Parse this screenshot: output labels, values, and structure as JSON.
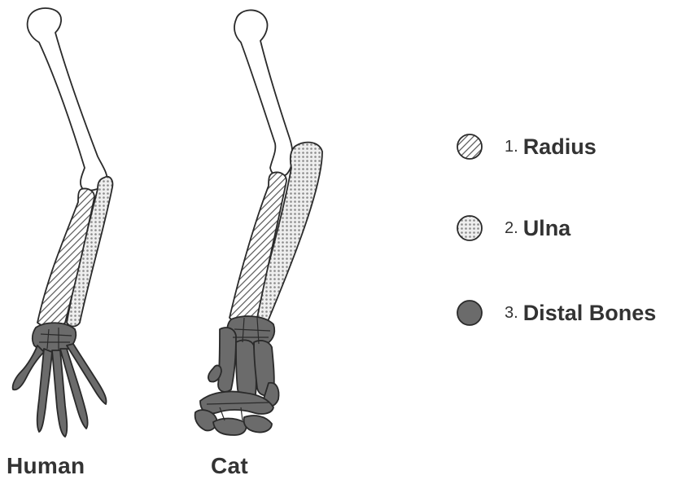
{
  "figure": {
    "captions": {
      "human": "Human",
      "cat": "Cat"
    },
    "legend": [
      {
        "number": "1.",
        "label": "Radius",
        "pattern": "hatch"
      },
      {
        "number": "2.",
        "label": "Ulna",
        "pattern": "dots"
      },
      {
        "number": "3.",
        "label": "Distal Bones",
        "pattern": "solid"
      }
    ],
    "colors": {
      "outline": "#2a2a2a",
      "humerus_fill": "#ffffff",
      "radius_hatch": "#555555",
      "ulna_dots": "#8a8a8a",
      "distal_fill": "#6b6b6b",
      "text": "#333333"
    }
  }
}
